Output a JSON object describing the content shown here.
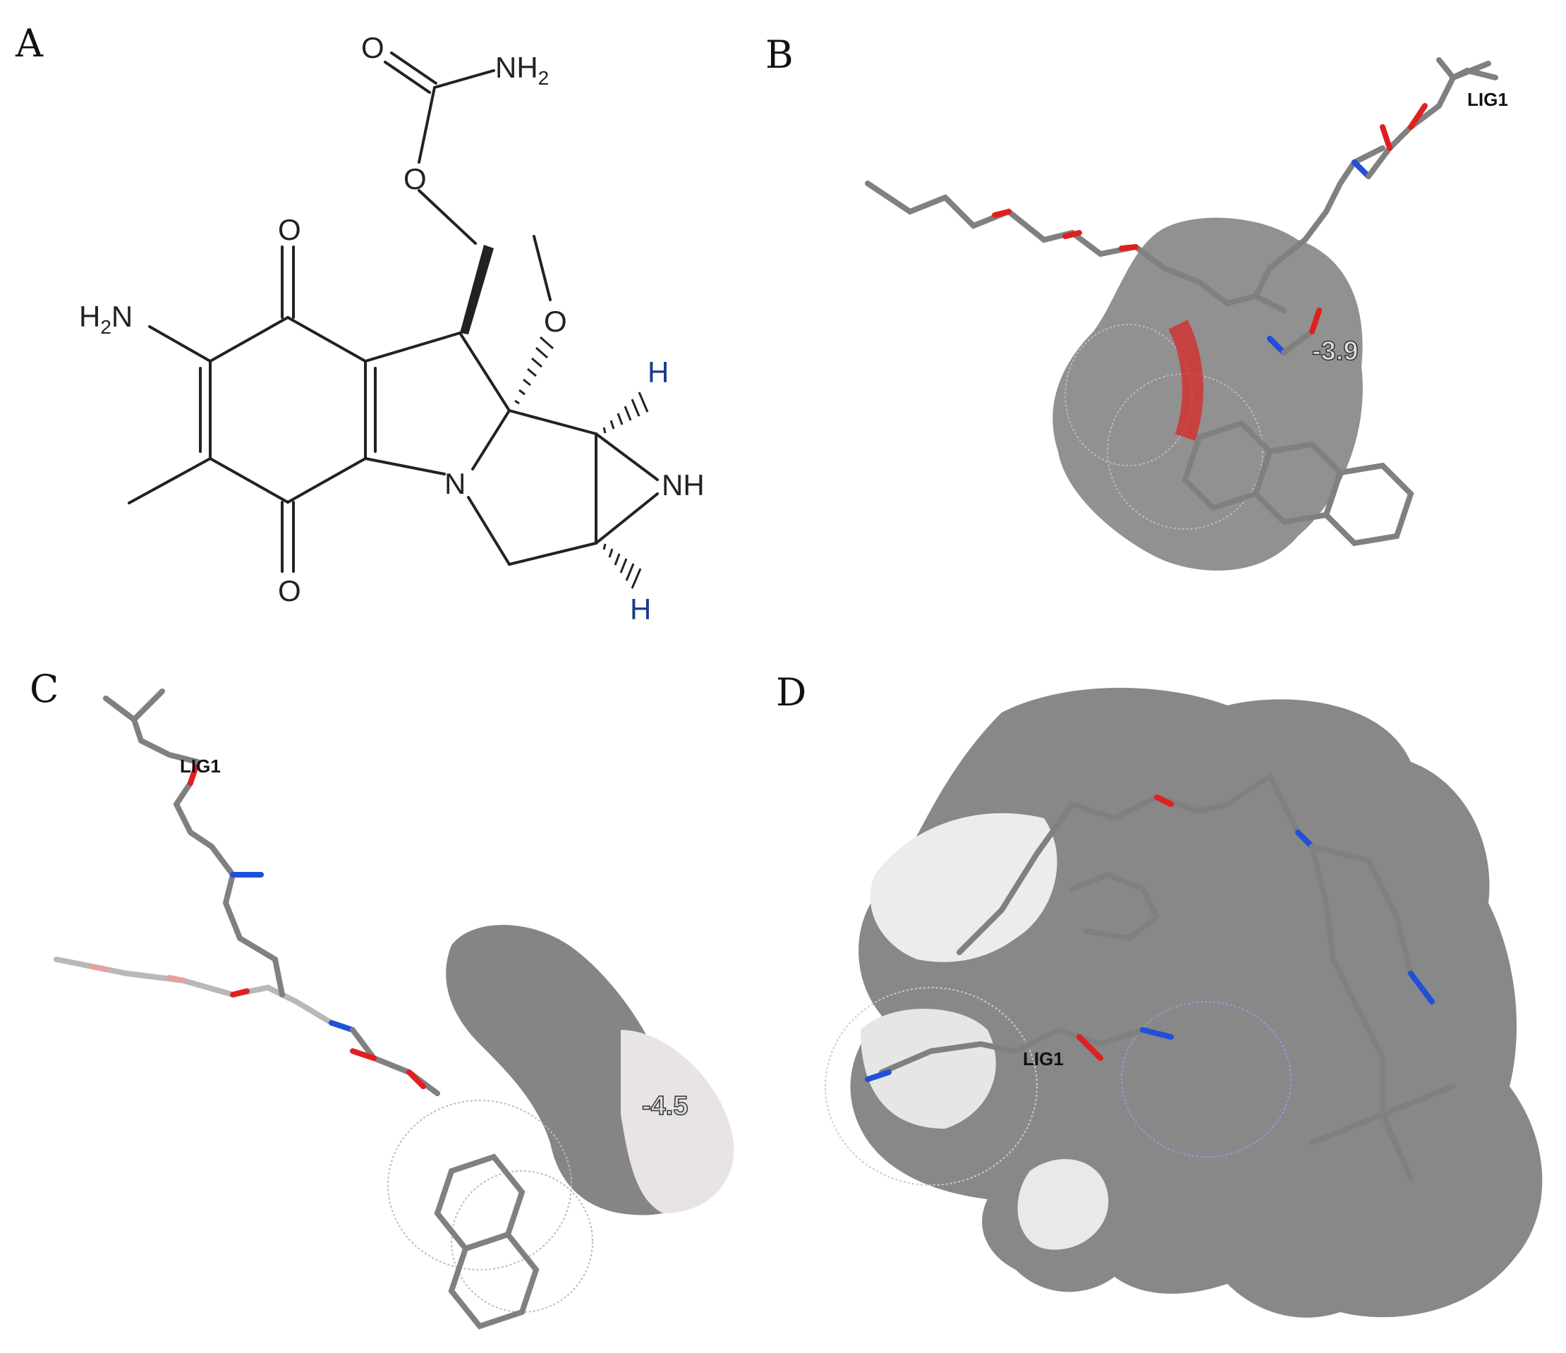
{
  "figure": {
    "panels": [
      {
        "label": "A",
        "atoms": {
          "o_carbonyl": "O",
          "nh2_carbamate": "NH",
          "nh2_sub": "2",
          "o_ester": "O",
          "o_quinone_top": "O",
          "o_quinone_bottom": "O",
          "h2n_prefix": "H",
          "h2n_sub": "2",
          "h2n_n": "N",
          "o_methoxy": "O",
          "n_ring": "N",
          "nh_aziridine": "NH",
          "h_top": "H",
          "h_bottom": "H"
        }
      },
      {
        "label": "B",
        "ligand_label": "LIG1",
        "score": "-3.9"
      },
      {
        "label": "C",
        "ligand_label": "LIG1",
        "score": "-4.5"
      },
      {
        "label": "D",
        "ligand_label": "LIG1"
      }
    ]
  },
  "colors": {
    "bond": "#222222",
    "carbon": "#808080",
    "oxygen": "#e02020",
    "nitrogen": "#2050d8",
    "hydrogen": "#e8e8e8",
    "surface": "#858585",
    "atom_label_blue": "#1a3a8a"
  }
}
